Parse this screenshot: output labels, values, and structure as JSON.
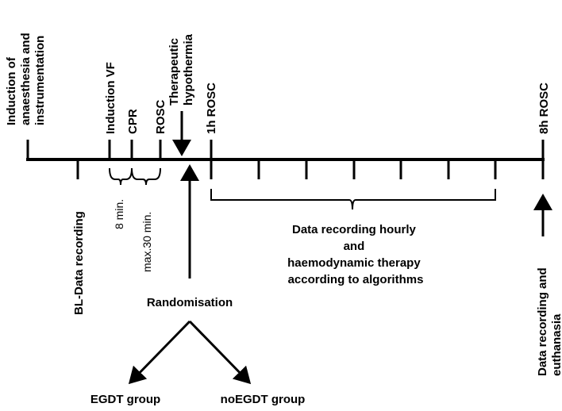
{
  "labels": {
    "induction_anaesthesia": [
      "Induction of",
      "anaesthesia and",
      "instrumentation"
    ],
    "induction_vf": "Induction VF",
    "cpr": "CPR",
    "rosc": "ROSC",
    "therapeutic_hypothermia": [
      "Therapeutic",
      "hypothermia"
    ],
    "rosc_1h": "1h ROSC",
    "rosc_8h": "8h ROSC",
    "bl_data_recording": "BL-Data recording",
    "duration_8min": "8 min.",
    "duration_max30": "max.30 min.",
    "data_recording_hourly": [
      "Data recording hourly",
      "and",
      "haemodynamic therapy",
      "according to algorithms"
    ],
    "data_recording_euthanasia": [
      "Data recording and",
      "euthanasia"
    ],
    "randomisation": "Randomisation",
    "egdt_group": "EGDT group",
    "noegdt_group": "noEGDT group"
  }
}
